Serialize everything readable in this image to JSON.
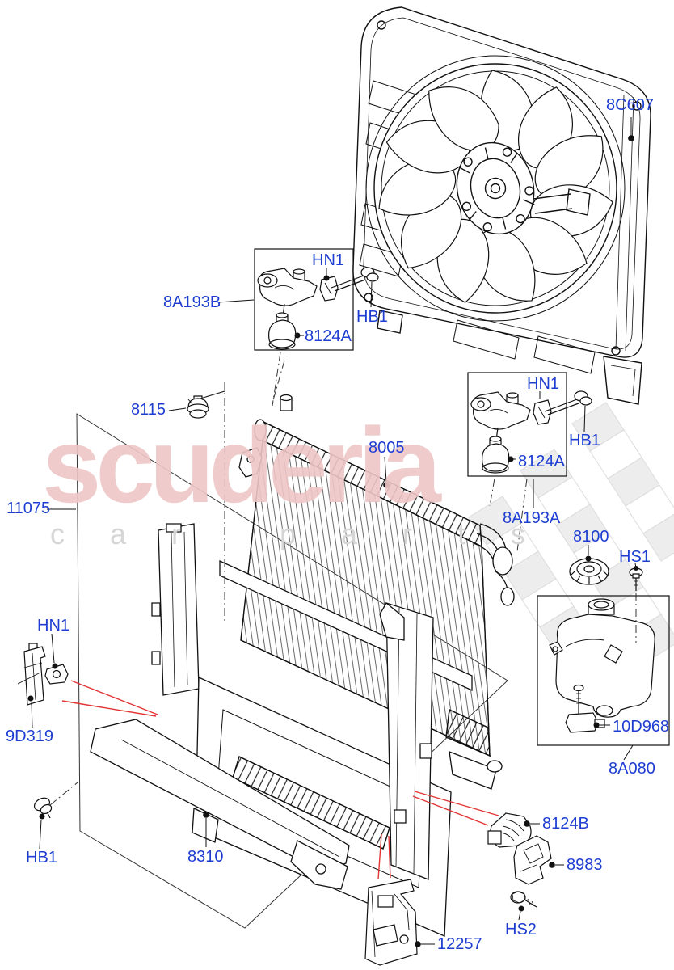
{
  "watermark": {
    "brand": "scuderia",
    "tagline": "car parts"
  },
  "colors": {
    "label": "#1e3ed2",
    "arrow": "#e23434",
    "line": "#111111",
    "brand": "#eec6c6",
    "tagline": "#d6d6d6"
  },
  "callouts": {
    "c8C607": "8C607",
    "c8A193B": "8A193B",
    "cHN1_top": "HN1",
    "cHB1_top": "HB1",
    "c8124A_top": "8124A",
    "c8115": "8115",
    "c8005": "8005",
    "c11075": "11075",
    "cHN1_right": "HN1",
    "cHB1_right": "HB1",
    "c8124A_right": "8124A",
    "c8A193A": "8A193A",
    "c8100": "8100",
    "cHS1": "HS1",
    "c10D968": "10D968",
    "c8A080": "8A080",
    "cHN1_left": "HN1",
    "c9D319": "9D319",
    "cHB1_left": "HB1",
    "c8310": "8310",
    "c8124B": "8124B",
    "c8983": "8983",
    "cHS2": "HS2",
    "c12257": "12257"
  }
}
